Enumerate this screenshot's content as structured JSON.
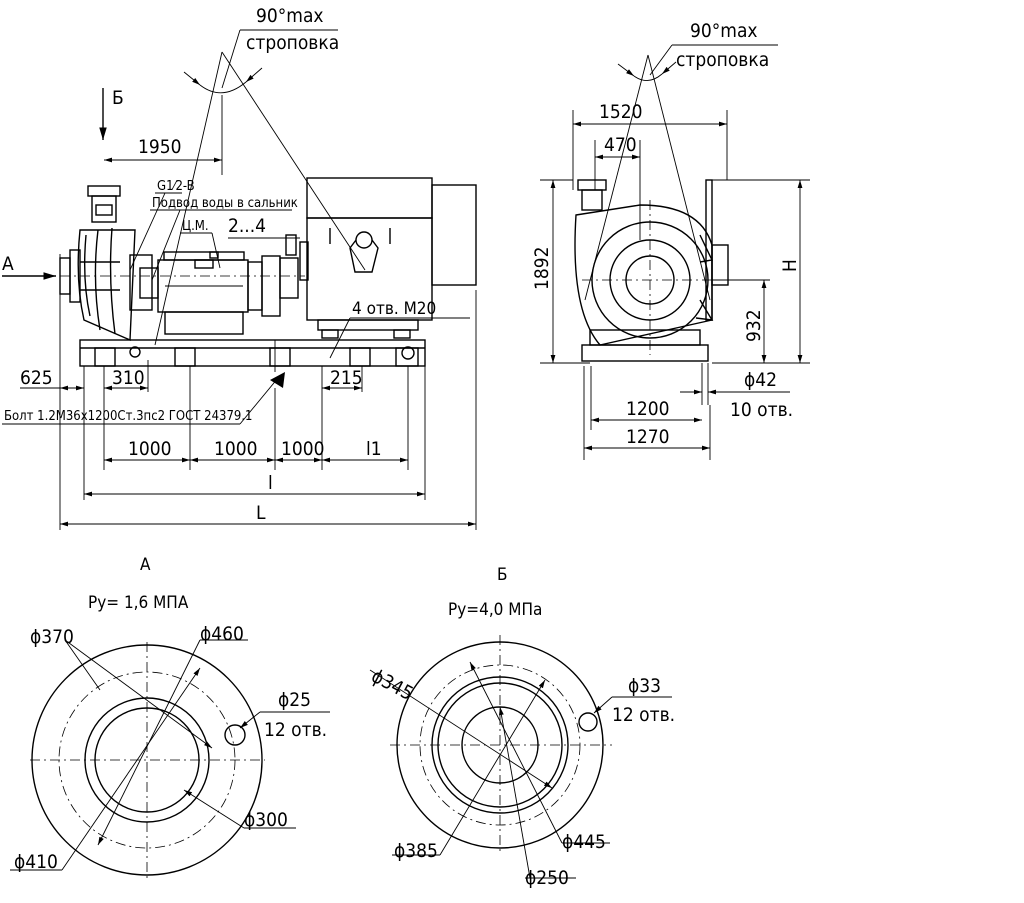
{
  "side_view": {
    "sling_angle": "90°max",
    "sling_label": "строповка",
    "section_b": "Б",
    "dim_1950": "1950",
    "connection": "G1⁄2-B",
    "water_supply": "Подвод воды в сальник",
    "center_mass": "Ц.М.",
    "dim_2_4": "2...4",
    "view_a": "А",
    "holes": "4 отв. М20",
    "dim_625": "625",
    "dim_310": "310",
    "dim_215": "215",
    "bolt_spec": "Болт 1.2М36х1200Ст.3пс2 ГОСТ 24379.1",
    "dim_1000_a": "1000",
    "dim_1000_b": "1000",
    "dim_1000_c": "1000",
    "dim_l1": "l1",
    "dim_l": "l",
    "dim_L": "L"
  },
  "end_view": {
    "sling_angle": "90°max",
    "sling_label": "строповка",
    "dim_1520": "1520",
    "dim_470": "470",
    "dim_1892": "1892",
    "dim_H": "H",
    "dim_932": "932",
    "dim_phi42": "ϕ42",
    "holes": "10 отв.",
    "dim_1200": "1200",
    "dim_1270": "1270"
  },
  "flange_a": {
    "title": "А",
    "pressure": "Ру= 1,6 МПА",
    "d370": "ϕ370",
    "d460": "ϕ460",
    "d25": "ϕ25",
    "holes": "12 отв.",
    "d300": "ϕ300",
    "d410": "ϕ410"
  },
  "flange_b": {
    "title": "Б",
    "pressure": "Ру=4,0 МПа",
    "d345": "ϕ345",
    "d33": "ϕ33",
    "holes": "12 отв.",
    "d385": "ϕ385",
    "d445": "ϕ445",
    "d250": "ϕ250"
  }
}
